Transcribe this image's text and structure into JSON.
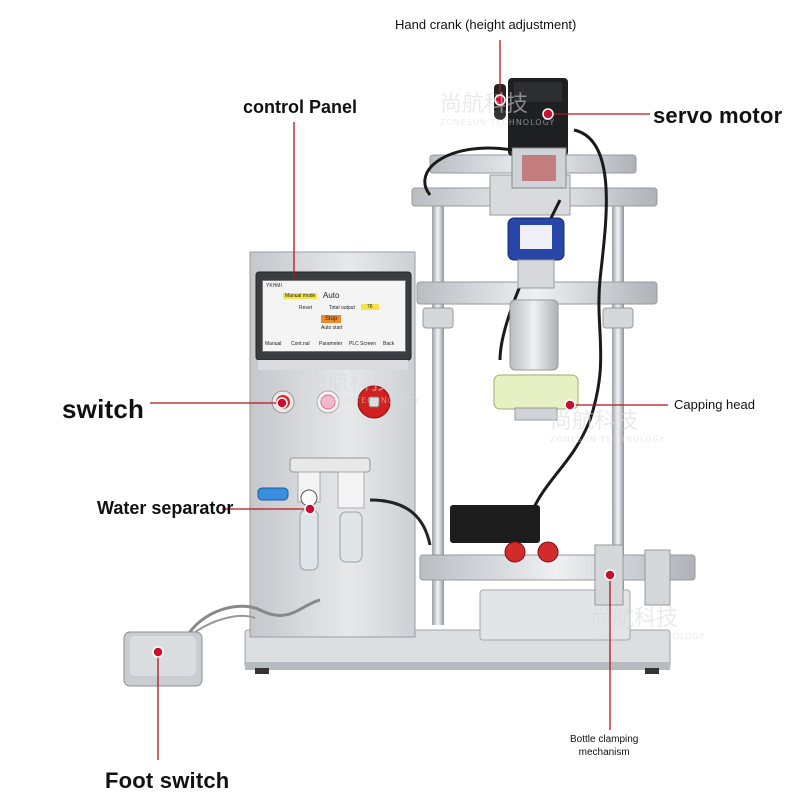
{
  "labels": {
    "hand_crank": "Hand crank (height adjustment)",
    "servo_motor": "servo motor",
    "control_panel": "control Panel",
    "switch": "switch",
    "capping_head": "Capping head",
    "water_separator": "Water separator",
    "bottle_clamping": [
      "Bottle clamping",
      "mechanism"
    ],
    "foot_switch": "Foot switch"
  },
  "hmi": {
    "brand": "YKHMI",
    "mode": "Auto",
    "tab": "Manual mode",
    "reset": "Reset",
    "total_label": "Total output",
    "total_value": "76",
    "stop": "Stop",
    "auto_start": "Auto start",
    "menu": [
      "Manual",
      "Cont.nal",
      "Parameter",
      "PLC Screen",
      "Back"
    ]
  },
  "watermark": {
    "brand_cn": "尚航科技",
    "brand_en": "ZONESUN TECHNOLOGY"
  },
  "colors": {
    "leader_line": "#b3141d",
    "marker": "#c8102e",
    "machine_steel": "#cfd2d6",
    "emergency_red": "#d21f1f"
  }
}
